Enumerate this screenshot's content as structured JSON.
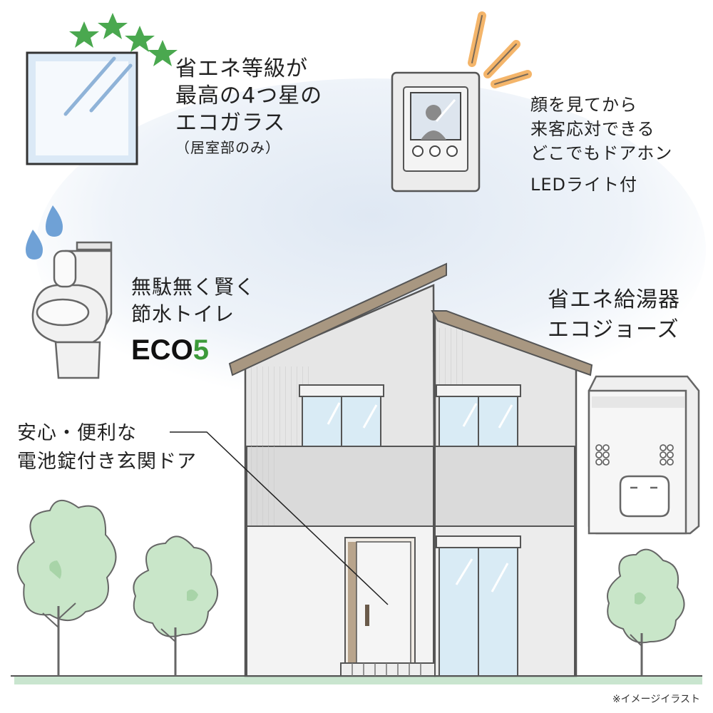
{
  "features": {
    "glass": {
      "lines": [
        "省エネ等級が",
        "最高の4つ星の",
        "エコガラス"
      ],
      "sub": "（居室部のみ）"
    },
    "intercom": {
      "lines": [
        "顔を見てから",
        "来客応対できる",
        "どこでもドアホン"
      ],
      "sub": "LEDライト付"
    },
    "toilet": {
      "lines": [
        "無駄無く賢く",
        "節水トイレ"
      ],
      "brand_a": "ECO",
      "brand_b": "5"
    },
    "heater": {
      "lines": [
        "省エネ給湯器",
        "エコジョーズ"
      ]
    },
    "door": {
      "lines": [
        "安心・便利な",
        "電池錠付き玄関ドア"
      ]
    }
  },
  "note": "※イメージイラスト",
  "colors": {
    "sky": "#dfe8f3",
    "grass": "#c9e5cf",
    "tree": "#c9e6c9",
    "tree_dark": "#a8d4a8",
    "roof": "#a89781",
    "wall": "#e4e4e4",
    "window": "#d9ebf5",
    "star": "#4aa84f",
    "drop": "#6fa1d6",
    "accent_orange": "#f4b56a",
    "eco_green": "#3c9a3a"
  },
  "icons": [
    "star-icon",
    "water-drop-icon",
    "light-ray-icon"
  ]
}
